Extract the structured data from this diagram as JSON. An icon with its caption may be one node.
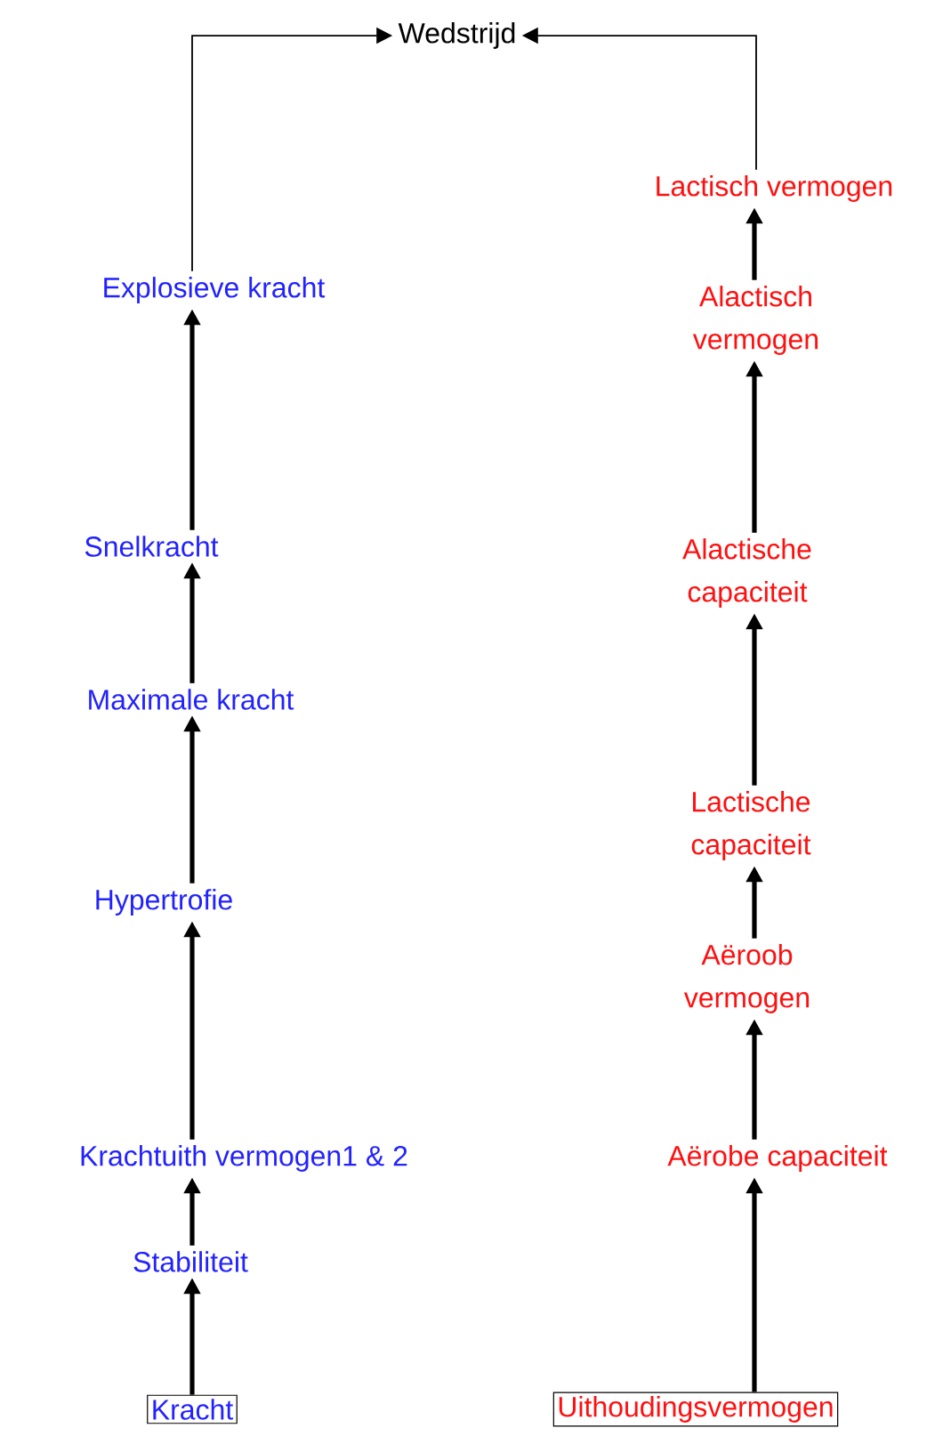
{
  "diagram": {
    "nodes": [
      {
        "text": [
          "Wedstrijd"
        ]
      },
      {
        "text": [
          "Explosieve kracht"
        ]
      },
      {
        "text": [
          "Snelkracht"
        ]
      },
      {
        "text": [
          "Maximale kracht"
        ]
      },
      {
        "text": [
          "Hypertrofie"
        ]
      },
      {
        "text": [
          "Krachtuith vermogen1 & 2"
        ]
      },
      {
        "text": [
          "Stabiliteit"
        ]
      },
      {
        "text": [
          "Kracht"
        ]
      },
      {
        "text": [
          "Lactisch vermogen"
        ]
      },
      {
        "text": [
          "Alactisch vermogen"
        ]
      },
      {
        "text": [
          "Alactische capaciteit"
        ]
      },
      {
        "text": [
          "Lactische capaciteit"
        ]
      },
      {
        "text": [
          "Aëroob vermogen"
        ]
      },
      {
        "text": [
          "Aërobe capaciteit"
        ]
      },
      {
        "text": [
          "Uithoudingsvermogen"
        ]
      }
    ],
    "edges": [
      {
        "from": 7,
        "to": 6,
        "arrow": "to"
      },
      {
        "from": 6,
        "to": 5,
        "arrow": "to"
      },
      {
        "from": 5,
        "to": 4,
        "arrow": "to"
      },
      {
        "from": 4,
        "to": 3,
        "arrow": "to"
      },
      {
        "from": 3,
        "to": 2,
        "arrow": "to"
      },
      {
        "from": 2,
        "to": 1,
        "arrow": "to"
      },
      {
        "from": 1,
        "to": 0,
        "arrow": "to"
      },
      {
        "from": 14,
        "to": 13,
        "arrow": "to"
      },
      {
        "from": 13,
        "to": 12,
        "arrow": "to"
      },
      {
        "from": 12,
        "to": 11,
        "arrow": "to"
      },
      {
        "from": 11,
        "to": 10,
        "arrow": "to"
      },
      {
        "from": 10,
        "to": 9,
        "arrow": "to"
      },
      {
        "from": 9,
        "to": 8,
        "arrow": "to"
      },
      {
        "from": 8,
        "to": 0,
        "arrow": "to"
      }
    ]
  }
}
